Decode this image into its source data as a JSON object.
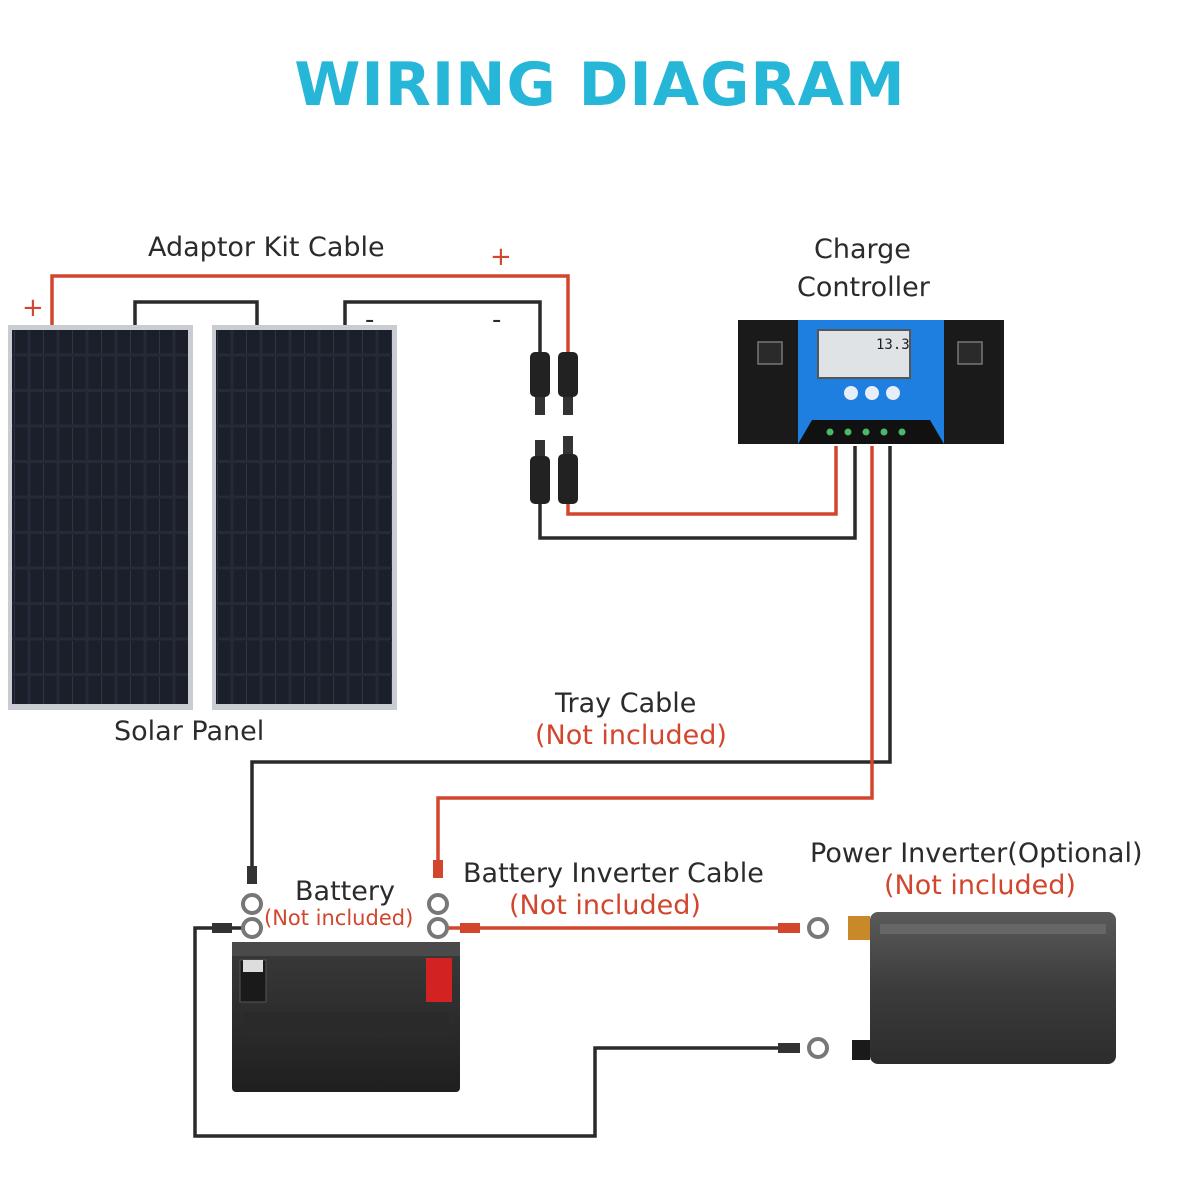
{
  "title": "WIRING DIAGRAM",
  "labels": {
    "adaptor_kit_cable": "Adaptor Kit Cable",
    "charge_controller_line1": "Charge",
    "charge_controller_line2": "Controller",
    "solar_panel": "Solar Panel",
    "tray_cable": "Tray Cable",
    "tray_cable_note": "(Not included)",
    "battery": "Battery",
    "battery_note": "(Not included)",
    "battery_inverter_cable": "Battery Inverter Cable",
    "battery_inverter_cable_note": "(Not included)",
    "power_inverter": "Power Inverter(Optional)",
    "power_inverter_note": "(Not included)"
  },
  "polarity": {
    "panel_left_plus": "+",
    "cable_plus": "+",
    "panel_minus": "-",
    "cable_minus": "-"
  },
  "controller_display": {
    "reading": "13.3"
  },
  "colors": {
    "title": "#26b6d8",
    "positive_wire": "#d2462d",
    "negative_wire": "#2a2a2a",
    "controller_accent": "#1e7fe0",
    "panel_cell": "#1f2430"
  },
  "icons": [
    "solar-panel-icon",
    "mc4-connector-icon",
    "charge-controller-icon",
    "battery-icon",
    "ring-terminal-icon",
    "power-inverter-icon"
  ]
}
